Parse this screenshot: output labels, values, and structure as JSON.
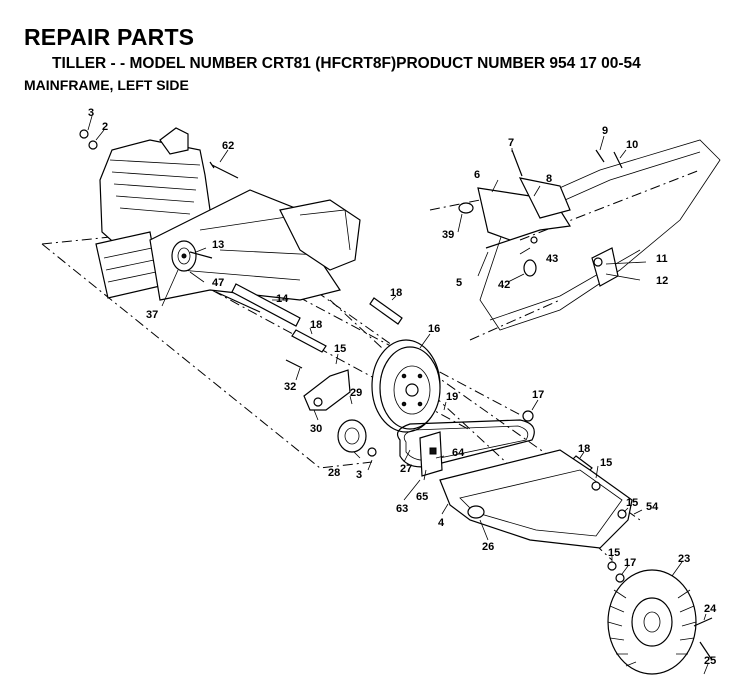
{
  "header": {
    "title": "REPAIR PARTS",
    "subtitle": "TILLER - - MODEL NUMBER CRT81 (HFCRT8F)PRODUCT NUMBER 954 17 00-54",
    "section": "MAINFRAME, LEFT SIDE"
  },
  "callouts": {
    "c3a": "3",
    "c2": "2",
    "c62": "62",
    "c13": "13",
    "c47": "47",
    "c37": "37",
    "c14": "14",
    "c18a": "18",
    "c18b": "18",
    "c16": "16",
    "c15a": "15",
    "c32": "32",
    "c29": "29",
    "c30": "30",
    "c19": "19",
    "c17a": "17",
    "c28": "28",
    "c3b": "3",
    "c27": "27",
    "c64": "64",
    "c65": "65",
    "c63": "63",
    "c4": "4",
    "c18c": "18",
    "c15b": "15",
    "c15c": "15",
    "c54": "54",
    "c26": "26",
    "c15d": "15",
    "c17b": "17",
    "c23": "23",
    "c24": "24",
    "c25": "25",
    "c7": "7",
    "c6": "6",
    "c8": "8",
    "c9": "9",
    "c10": "10",
    "c39": "39",
    "c43": "43",
    "c11": "11",
    "c5": "5",
    "c42": "42",
    "c12": "12"
  }
}
